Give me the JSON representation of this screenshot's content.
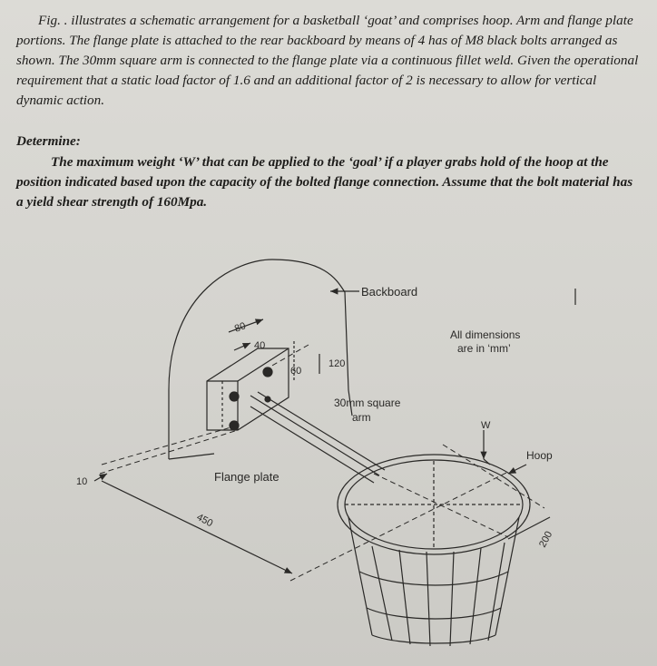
{
  "problem": {
    "paragraph_1": "Fig. . illustrates a schematic arrangement for a basketball ‘goat’ and comprises hoop. Arm and flange plate portions. The flange plate is attached to the rear backboard by means of 4 has of M8 black bolts arranged as shown. The 30mm square arm is connected to the flange plate via a continuous fillet weld. Given the operational requirement that a static load factor of 1.6 and an additional factor of 2 is necessary to allow for vertical dynamic action.",
    "determine_label": "Determine:",
    "paragraph_2": "The maximum weight ‘W’ that can be applied to the ‘goal’ if a player grabs hold of the hoop at the position indicated based upon the capacity of the bolted flange connection. Assume that the bolt material has a yield shear strength of 160Mpa."
  },
  "figure": {
    "backboard_label": "Backboard",
    "dimensions_note_line1": "All dimensions",
    "dimensions_note_line2": "are in ‘mm’",
    "arm_label_line1": "30mm square",
    "arm_label_line2": "arm",
    "load_label": "W",
    "hoop_label": "Hoop",
    "flange_label": "Flange plate",
    "dim_80": "80",
    "dim_40": "40",
    "dim_60": "60",
    "dim_120": "120",
    "dim_10": "10",
    "dim_450": "450",
    "dim_200": "200"
  }
}
